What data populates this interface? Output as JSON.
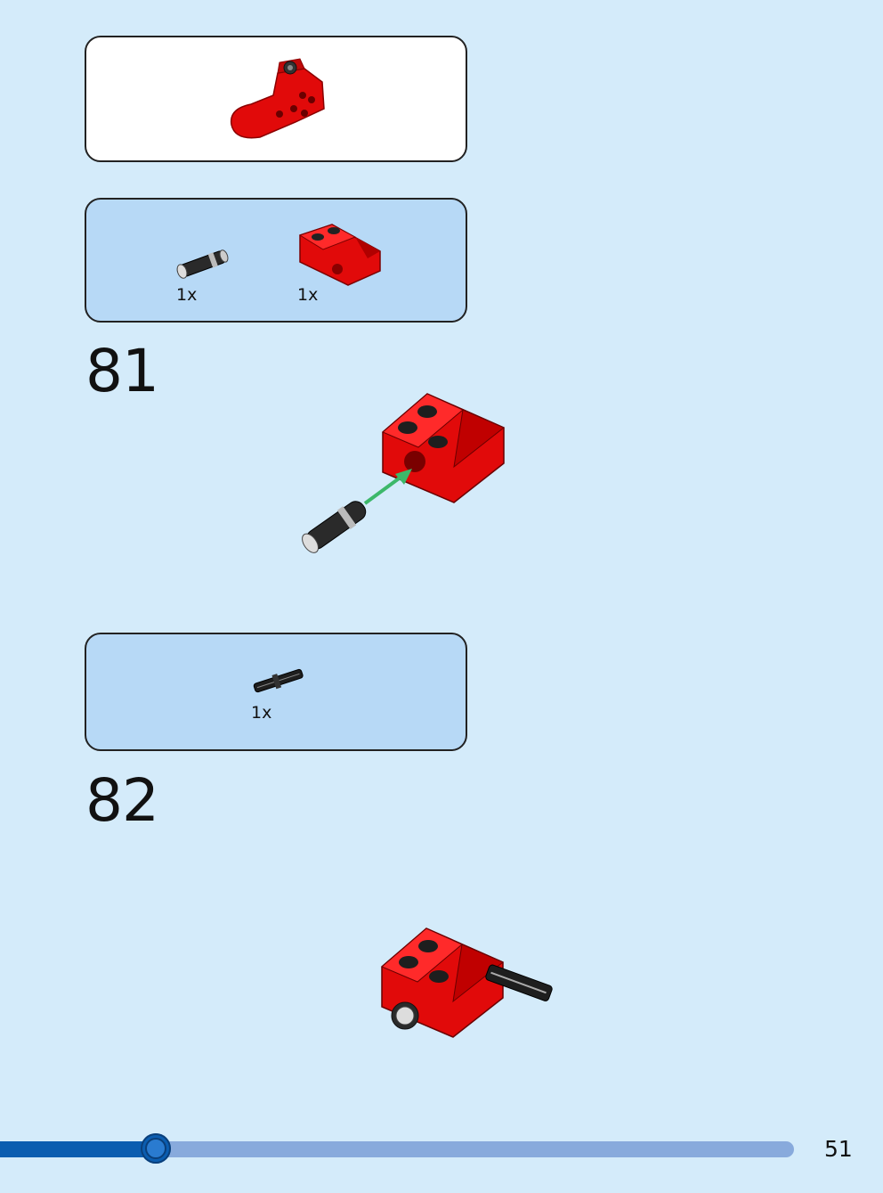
{
  "steps": [
    {
      "number": "81",
      "parts": [
        {
          "qty": "1x",
          "icon": "black-pin-icon"
        },
        {
          "qty": "1x",
          "icon": "red-bracket-icon"
        }
      ]
    },
    {
      "number": "82",
      "parts": [
        {
          "qty": "1x",
          "icon": "black-axle-icon"
        }
      ]
    }
  ],
  "progress": {
    "percent": 19.6
  },
  "page": {
    "number": "51"
  },
  "colors": {
    "background": "#d4ebfa",
    "parts_box": "#b7d9f6",
    "brick_red": "#e10a0a",
    "arrow_green": "#3cb86a",
    "progress_fill": "#0b5db0",
    "progress_track": "#88aadc"
  }
}
